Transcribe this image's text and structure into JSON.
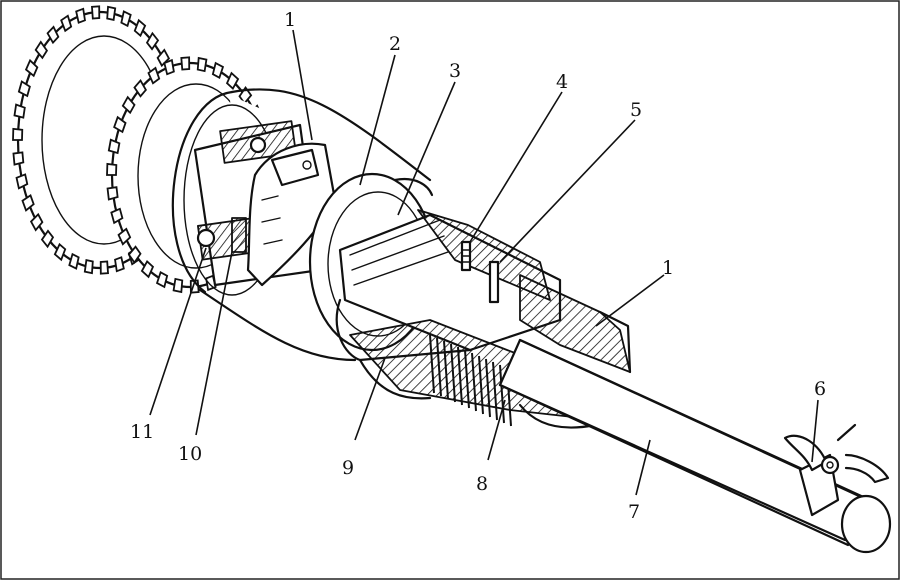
{
  "callouts": [
    {
      "id": "c1a",
      "text": "1"
    },
    {
      "id": "c2",
      "text": "2"
    },
    {
      "id": "c3",
      "text": "3"
    },
    {
      "id": "c4",
      "text": "4"
    },
    {
      "id": "c5",
      "text": "5"
    },
    {
      "id": "c1b",
      "text": "1"
    },
    {
      "id": "c6",
      "text": "6"
    },
    {
      "id": "c7",
      "text": "7"
    },
    {
      "id": "c8",
      "text": "8"
    },
    {
      "id": "c9",
      "text": "9"
    },
    {
      "id": "c10",
      "text": "10"
    },
    {
      "id": "c11",
      "text": "11"
    }
  ]
}
